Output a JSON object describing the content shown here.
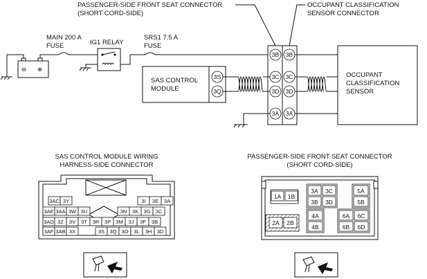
{
  "labels": {
    "pass_conn_title1": "PASSENGER-SIDE FRONT SEAT CONNECTOR",
    "pass_conn_title2": "(SHORT CORD-SIDE)",
    "occ_conn_title1": "OCCUPANT CLASSIFICATION",
    "occ_conn_title2": "SENSOR CONNECTOR",
    "main_fuse1": "MAIN 200 A",
    "main_fuse2": "FUSE",
    "ig1_relay": "IG1 RELAY",
    "srs1_fuse1": "SRS1 7.5 A",
    "srs1_fuse2": "FUSE",
    "sas_module1": "SAS CONTROL",
    "sas_module2": "MODULE",
    "occ_sensor1": "OCCUPANT",
    "occ_sensor2": "CLASSIFICATION",
    "occ_sensor3": "SENSOR",
    "sas_harness_title1": "SAS CONTROL MODULE WIRING",
    "sas_harness_title2": "HARNESS-SIDE CONNECTOR",
    "pass_conn_bottom_title1": "PASSENGER-SIDE FRONT SEAT CONNECTOR",
    "pass_conn_bottom_title2": "(SHORT CORD-SIDE)"
  },
  "schematic_pins": {
    "sas": [
      "3S",
      "3Q"
    ],
    "conn_left": [
      "3B",
      "3C",
      "3D",
      "3A"
    ],
    "conn_right": [
      "3B",
      "3C",
      "3D",
      "3A"
    ]
  },
  "sas_connector_pins": {
    "row1_left": [
      "3AC",
      "3Y"
    ],
    "row1_right": [
      "3I",
      "3E",
      "3A"
    ],
    "row2": [
      "3AE",
      "3AA",
      "3W",
      "3U",
      "3N",
      "3K",
      "3G",
      "3C"
    ],
    "row3": [
      "3AD",
      "3Z",
      "3V",
      "3T",
      "3R",
      "3P",
      "3M",
      "3J",
      "3F",
      "3B"
    ],
    "row4_left": [
      "3AF",
      "3AB",
      "3X"
    ],
    "row4_right": [
      "3S",
      "3Q",
      "3O",
      "3L",
      "3H",
      "3D"
    ]
  },
  "seat_connector_pins": {
    "group1": [
      "1A",
      "1B"
    ],
    "group3": [
      "3A",
      "3C",
      "3B",
      "3D"
    ],
    "group5": [
      "5A",
      "5B"
    ],
    "group2": [
      "2A",
      "2B"
    ],
    "group4": [
      "4A",
      "4B"
    ],
    "group6": [
      "6A",
      "6C",
      "6B",
      "6D"
    ]
  },
  "icons": [
    "battery-icon",
    "fuse-icon",
    "relay-icon",
    "ground-icon",
    "twisted-pair-icon",
    "connector-view-icon"
  ]
}
